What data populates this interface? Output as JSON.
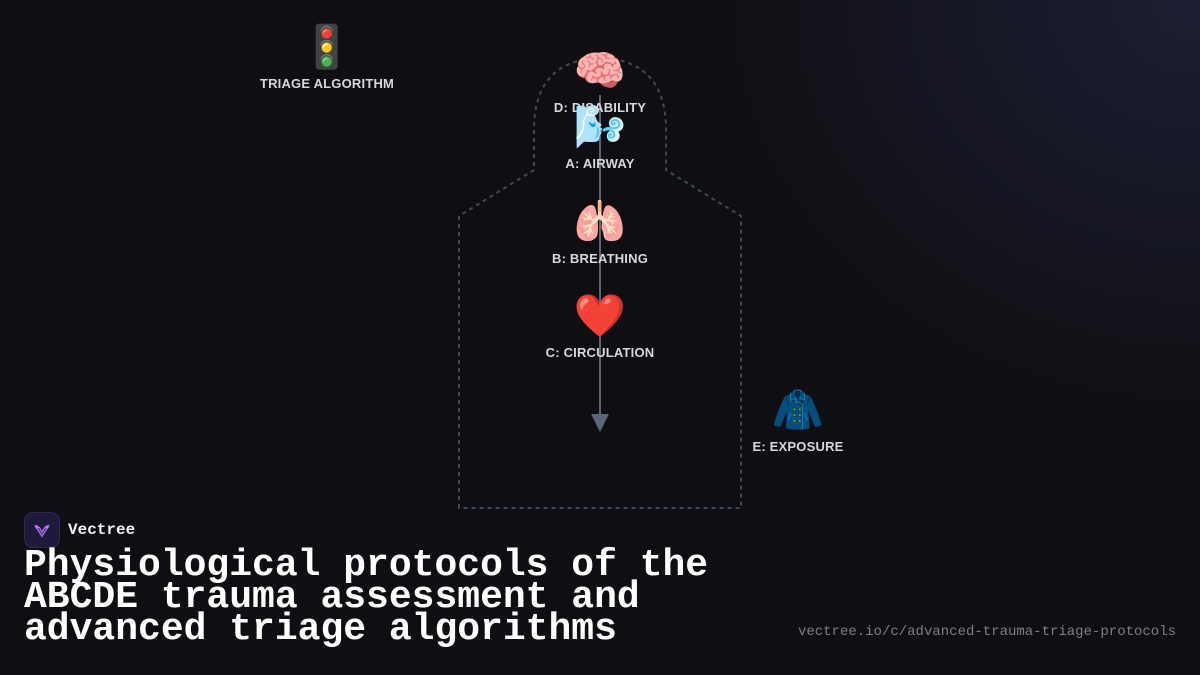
{
  "diagram": {
    "triage": {
      "icon": "traffic-light-icon",
      "emoji": "🚦",
      "label": "TRIAGE ALGORITHM"
    },
    "steps": [
      {
        "id": "disability",
        "icon": "brain-icon",
        "emoji": "🧠",
        "label": "D: DISABILITY"
      },
      {
        "id": "airway",
        "icon": "wind-icon",
        "emoji": "🌬️",
        "label": "A: AIRWAY"
      },
      {
        "id": "breathing",
        "icon": "lungs-icon",
        "emoji": "🫁",
        "label": "B: BREATHING"
      },
      {
        "id": "circulation",
        "icon": "heart-icon",
        "emoji": "❤️",
        "label": "C: CIRCULATION"
      },
      {
        "id": "exposure",
        "icon": "coat-icon",
        "emoji": "🧥",
        "label": "E: EXPOSURE"
      }
    ]
  },
  "brand": {
    "name": "Vectree",
    "logo": "vectree-logo-icon"
  },
  "title": "Physiological protocols of the ABCDE trauma assessment and advanced triage algorithms",
  "url": "vectree.io/c/advanced-trauma-triage-protocols",
  "colors": {
    "background": "#0f0f13",
    "outline": "#3b4a5e",
    "arrow": "#5a6578",
    "label": "#d6d8de",
    "url": "#7d7f88",
    "logo_accent": "#9b5de5"
  }
}
